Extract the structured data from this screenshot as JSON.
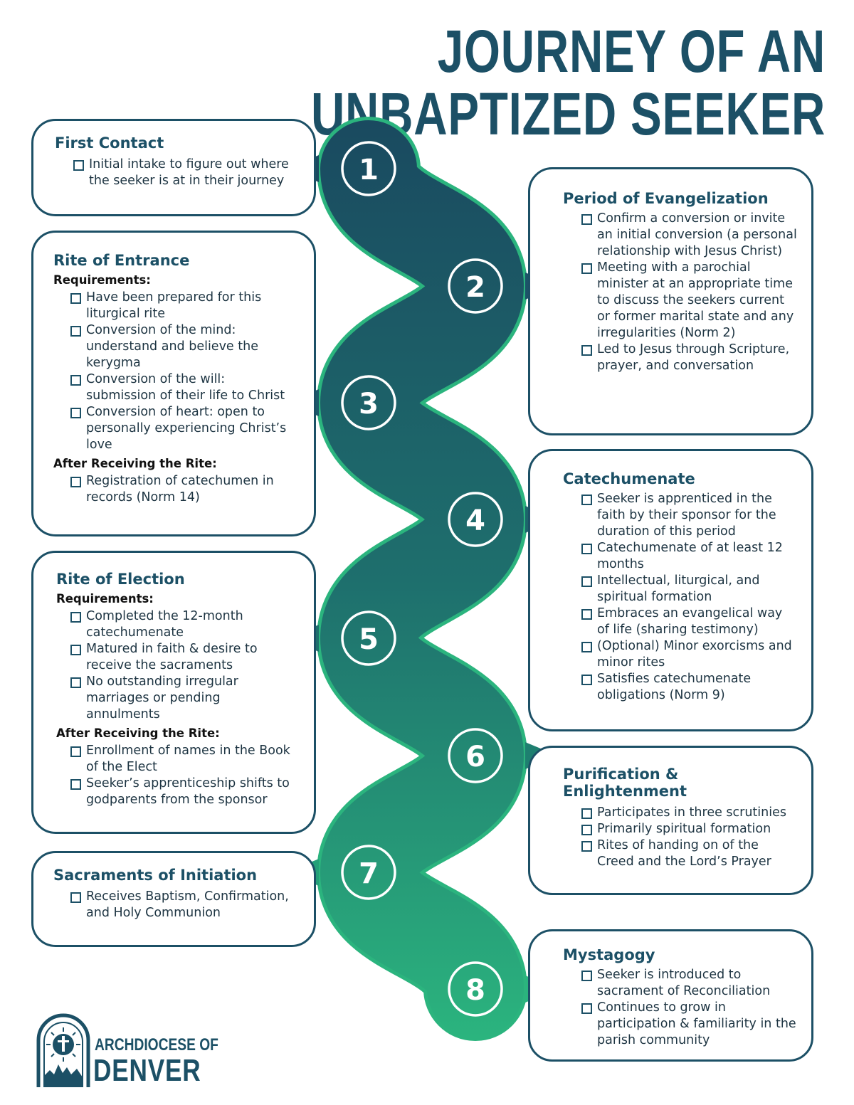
{
  "title": {
    "line1": "JOURNEY OF AN",
    "line2": "UNBAPTIZED SEEKER"
  },
  "colors": {
    "dark": "#1c5066",
    "mid": "#1d6e6c",
    "light": "#2bb47e",
    "text": "#1d3442"
  },
  "steps": [
    "1",
    "2",
    "3",
    "4",
    "5",
    "6",
    "7",
    "8"
  ],
  "boxes": {
    "first_contact": {
      "title": "First Contact",
      "items": [
        "Initial intake to figure out where the seeker is at in their journey"
      ]
    },
    "evangelization": {
      "title": "Period of Evangelization",
      "items": [
        "Confirm a conversion or invite an initial conversion (a personal relationship with Jesus Christ)",
        "Meeting with a parochial minister at an appropriate time to discuss the seekers current or former marital state and any irregularities (Norm 2)",
        "Led to Jesus through Scripture, prayer, and conversation"
      ]
    },
    "rite_entrance": {
      "title": "Rite of Entrance",
      "req_label": "Requirements:",
      "requirements": [
        "Have been prepared for this liturgical rite",
        "Conversion of the mind: understand and believe the kerygma",
        "Conversion of the will: submission of their life to Christ",
        "Conversion of heart: open to personally experiencing Christ’s love"
      ],
      "after_label": "After Receiving the Rite:",
      "after": [
        "Registration of catechumen in records (Norm 14)"
      ]
    },
    "catechumenate": {
      "title": "Catechumenate",
      "items": [
        "Seeker is apprenticed in the faith by their sponsor for the duration of this period",
        "Catechumenate of at least 12 months",
        "Intellectual, liturgical, and spiritual formation",
        "Embraces an evangelical way of life (sharing testimony)",
        "(Optional) Minor exorcisms and minor rites",
        "Satisfies catechumenate obligations (Norm 9)"
      ]
    },
    "rite_election": {
      "title": "Rite of Election",
      "req_label": "Requirements:",
      "requirements": [
        "Completed the 12-month catechumenate",
        "Matured in faith & desire to receive the sacraments",
        "No outstanding irregular marriages or pending annulments"
      ],
      "after_label": "After Receiving the Rite:",
      "after": [
        "Enrollment of names in the Book of the Elect",
        "Seeker’s apprenticeship shifts to godparents from the sponsor"
      ]
    },
    "purification": {
      "title_line1": "Purification &",
      "title_line2": "Enlightenment",
      "items": [
        "Participates in three scrutinies",
        "Primarily spiritual formation",
        "Rites of handing on of the Creed and the Lord’s Prayer"
      ]
    },
    "sacraments": {
      "title": "Sacraments of Initiation",
      "items": [
        "Receives Baptism, Confirmation, and Holy Communion"
      ]
    },
    "mystagogy": {
      "title": "Mystagogy",
      "items": [
        "Seeker is introduced to sacrament of Reconciliation",
        "Continues to grow in participation & familiarity in the parish community"
      ]
    }
  },
  "logo": {
    "line1": "ARCHDIOCESE OF",
    "line2": "DENVER"
  }
}
